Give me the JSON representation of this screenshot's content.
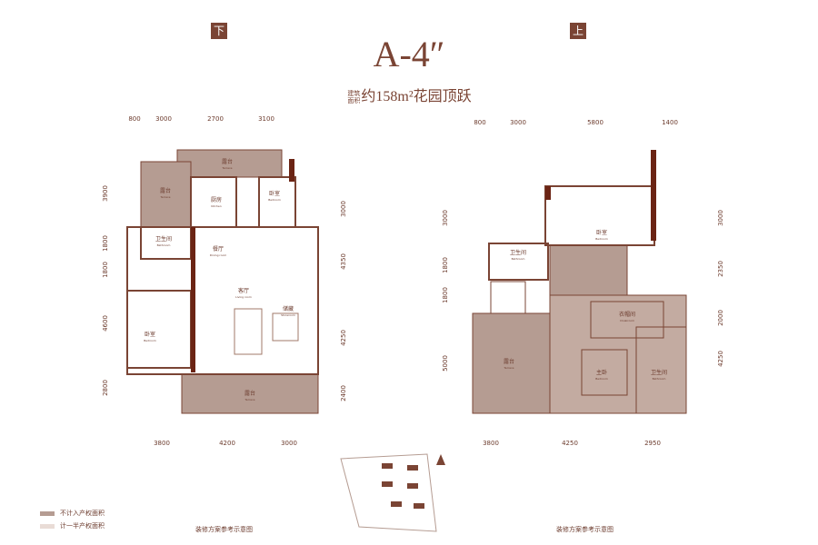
{
  "header": {
    "title": "A-4″",
    "area_label_top": "建筑",
    "area_label_bottom": "面积",
    "area_text": "约158m²花园顶跃",
    "lower_tag": "下",
    "upper_tag": "上"
  },
  "colors": {
    "wall": "#7a4434",
    "dark_wall": "#6b2414",
    "excluded": "#b59c92",
    "half": "#e9dcd6"
  },
  "lower": {
    "dims_top": [
      "800",
      "3000",
      "2700",
      "3100"
    ],
    "dims_left": [
      "3900",
      "1800",
      "1800",
      "4600",
      "2800"
    ],
    "dims_right": [
      "3000",
      "4350",
      "4250",
      "2400"
    ],
    "dims_bottom": [
      "3800",
      "4200",
      "3000"
    ],
    "rooms": [
      {
        "cn": "露台",
        "en": "Terrace"
      },
      {
        "cn": "露台",
        "en": "Terrace"
      },
      {
        "cn": "厨房",
        "en": "Kitchen"
      },
      {
        "cn": "卧室",
        "en": "Bedroom"
      },
      {
        "cn": "卫生间",
        "en": "Bathroom"
      },
      {
        "cn": "餐厅",
        "en": "Dining room"
      },
      {
        "cn": "客厅",
        "en": "Living room"
      },
      {
        "cn": "储藏",
        "en": "Storeroom"
      },
      {
        "cn": "卧室",
        "en": "Bedroom"
      },
      {
        "cn": "露台",
        "en": "Terrace"
      }
    ]
  },
  "upper": {
    "dims_top": [
      "800",
      "3000",
      "5800",
      "1400"
    ],
    "dims_left": [
      "3000",
      "1800",
      "1800",
      "5000"
    ],
    "dims_right": [
      "3000",
      "2350",
      "2000",
      "4250"
    ],
    "dims_bottom": [
      "3800",
      "4250",
      "2950"
    ],
    "rooms": [
      {
        "cn": "卧室",
        "en": "Bedroom"
      },
      {
        "cn": "卫生间",
        "en": "Bathroom"
      },
      {
        "cn": "衣帽间",
        "en": "Cloakroom"
      },
      {
        "cn": "露台",
        "en": "Terrace"
      },
      {
        "cn": "主卧",
        "en": "Bedroom"
      },
      {
        "cn": "卫生间",
        "en": "Bathroom"
      }
    ]
  },
  "legend": [
    {
      "label": "不计入产权面积"
    },
    {
      "label": "计一半产权面积"
    }
  ],
  "footnotes": {
    "lower": "装修方案参考示意图",
    "upper": "装修方案参考示意图"
  }
}
